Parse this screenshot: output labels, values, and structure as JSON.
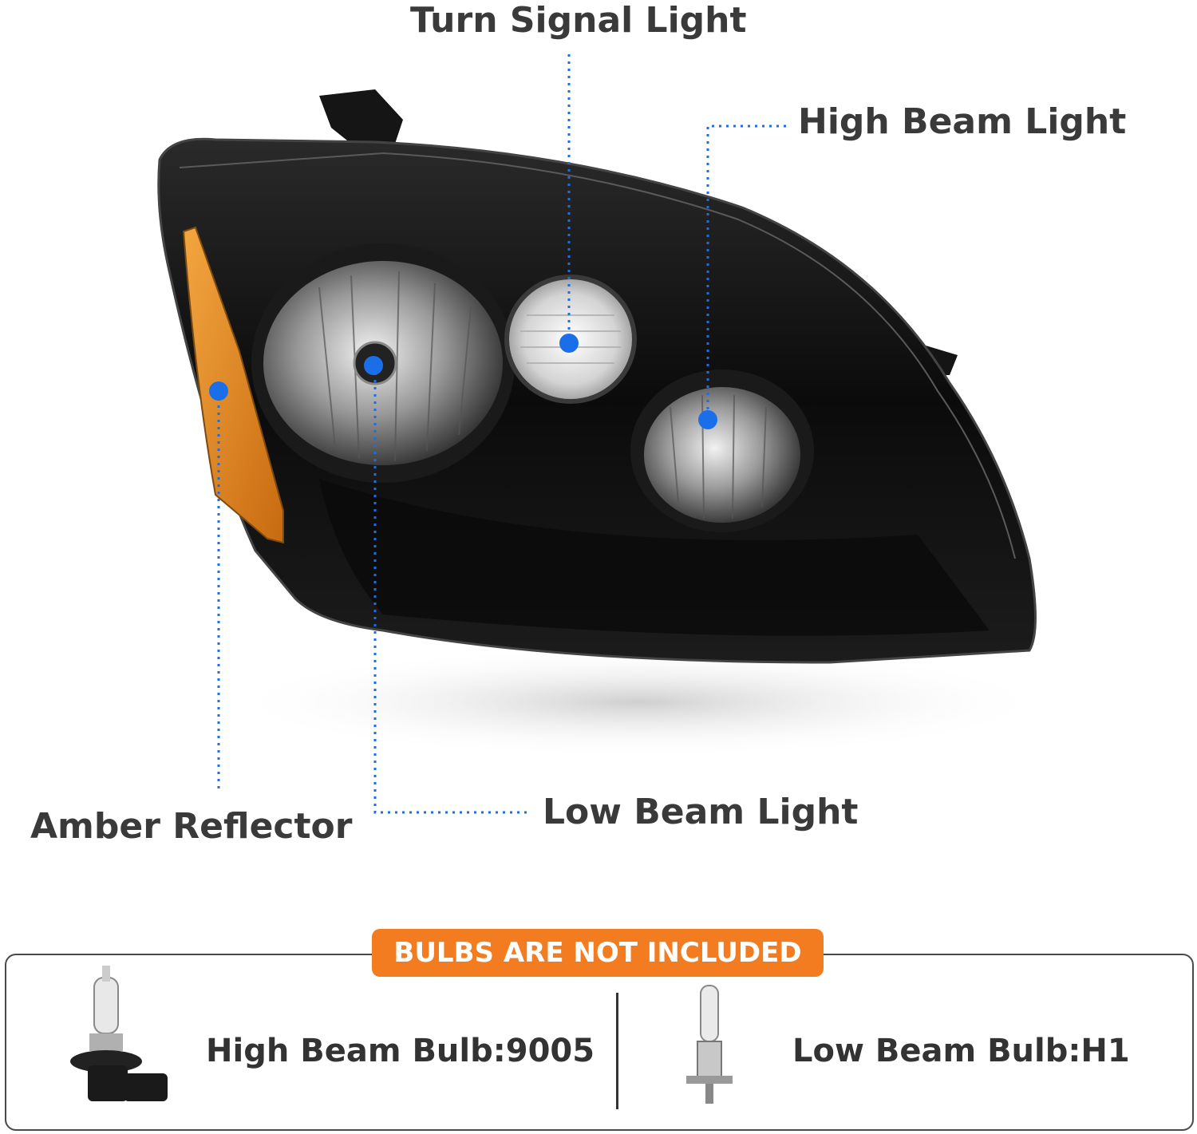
{
  "callouts": {
    "turn_signal": "Turn Signal Light",
    "high_beam": "High Beam Light",
    "low_beam": "Low Beam Light",
    "amber_reflector": "Amber Reflector"
  },
  "notice": "BULBS ARE NOT INCLUDED",
  "bulbs": {
    "high_beam": "High Beam Bulb:9005",
    "low_beam": "Low Beam Bulb:H1"
  },
  "colors": {
    "callout_dot": "#1a6fe8",
    "notice_bg": "#f47c20",
    "amber": "#e08a1e",
    "housing": "#0d0d0d"
  }
}
